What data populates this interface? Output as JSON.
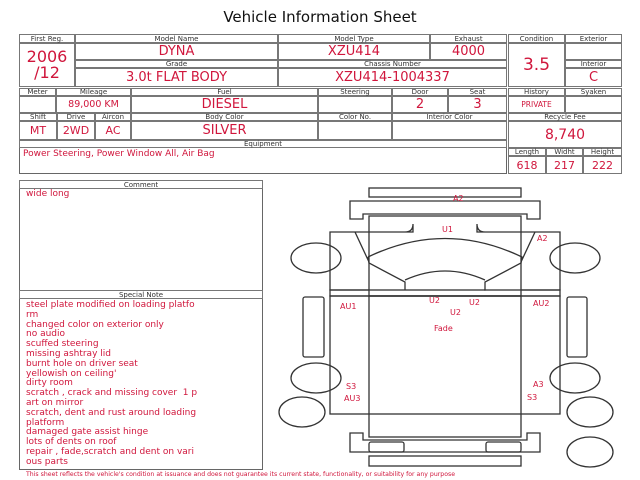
{
  "title": "Vehicle Information Sheet",
  "first_reg": {
    "label": "First Reg.",
    "value_year": "2006",
    "value_month": "/12"
  },
  "model_name": {
    "label": "Model Name",
    "value": "DYNA"
  },
  "model_type": {
    "label": "Model Type",
    "value": "XZU414"
  },
  "exhaust": {
    "label": "Exhaust",
    "value": "4000"
  },
  "grade": {
    "label": "Grade",
    "value": "3.0t FLAT BODY"
  },
  "chassis": {
    "label": "Chassis Number",
    "value": "XZU414-1004337"
  },
  "condition": {
    "label": "Condition",
    "value": "3.5"
  },
  "exterior": {
    "label": "Exterior",
    "value": ""
  },
  "interior": {
    "label": "Interior",
    "value": "C"
  },
  "meter": {
    "label": "Meter",
    "value": ""
  },
  "mileage": {
    "label": "Mileage",
    "value": "89,000 KM"
  },
  "fuel": {
    "label": "Fuel",
    "value": "DIESEL"
  },
  "steering": {
    "label": "Steering",
    "value": ""
  },
  "door": {
    "label": "Door",
    "value": "2"
  },
  "seat": {
    "label": "Seat",
    "value": "3"
  },
  "shift": {
    "label": "Shift",
    "value": "MT"
  },
  "drive": {
    "label": "Drive",
    "value": "2WD"
  },
  "aircon": {
    "label": "Aircon",
    "value": "AC"
  },
  "body_color": {
    "label": "Body Color",
    "value": "SILVER"
  },
  "color_no": {
    "label": "Color No.",
    "value": ""
  },
  "interior_color": {
    "label": "Interior Color",
    "value": ""
  },
  "equipment": {
    "label": "Equipment",
    "value": "Power Steering, Power Window  All, Air Bag"
  },
  "history": {
    "label": "History",
    "value": "PRIVATE"
  },
  "syaken": {
    "label": "Syaken",
    "value": ""
  },
  "recycle_fee": {
    "label": "Recycle Fee",
    "value": "8,740"
  },
  "length": {
    "label": "Length",
    "value": "618"
  },
  "width": {
    "label": "Widht",
    "value": "217"
  },
  "height": {
    "label": "Height",
    "value": "222"
  },
  "comment": {
    "label": "Comment",
    "value": "wide long"
  },
  "special_note": {
    "label": "Special Note",
    "value": "steel plate modified on loading platfo\nrm\nchanged color on exterior only\nno audio\nscuffed steering\nmissing ashtray lid\nburnt hole on driver seat\nyellowish on ceiling'\ndirty room\nscratch , crack and missing cover  1 p\nart on mirror\nscratch, dent and rust around loading\nplatform\ndamaged gate assist hinge\nlots of dents on roof\nrepair , fade,scratch and dent on vari\nous parts"
  },
  "damage_marks": [
    "A2",
    "U1",
    "A2",
    "U2",
    "U2",
    "U2",
    "AU1",
    "AU2",
    "Fade",
    "S3",
    "AU3",
    "A3",
    "S3"
  ],
  "footer": "This sheet reflects the vehicle's condition at issuance and does not guarantee its current state, functionality, or suitability for any purpose"
}
